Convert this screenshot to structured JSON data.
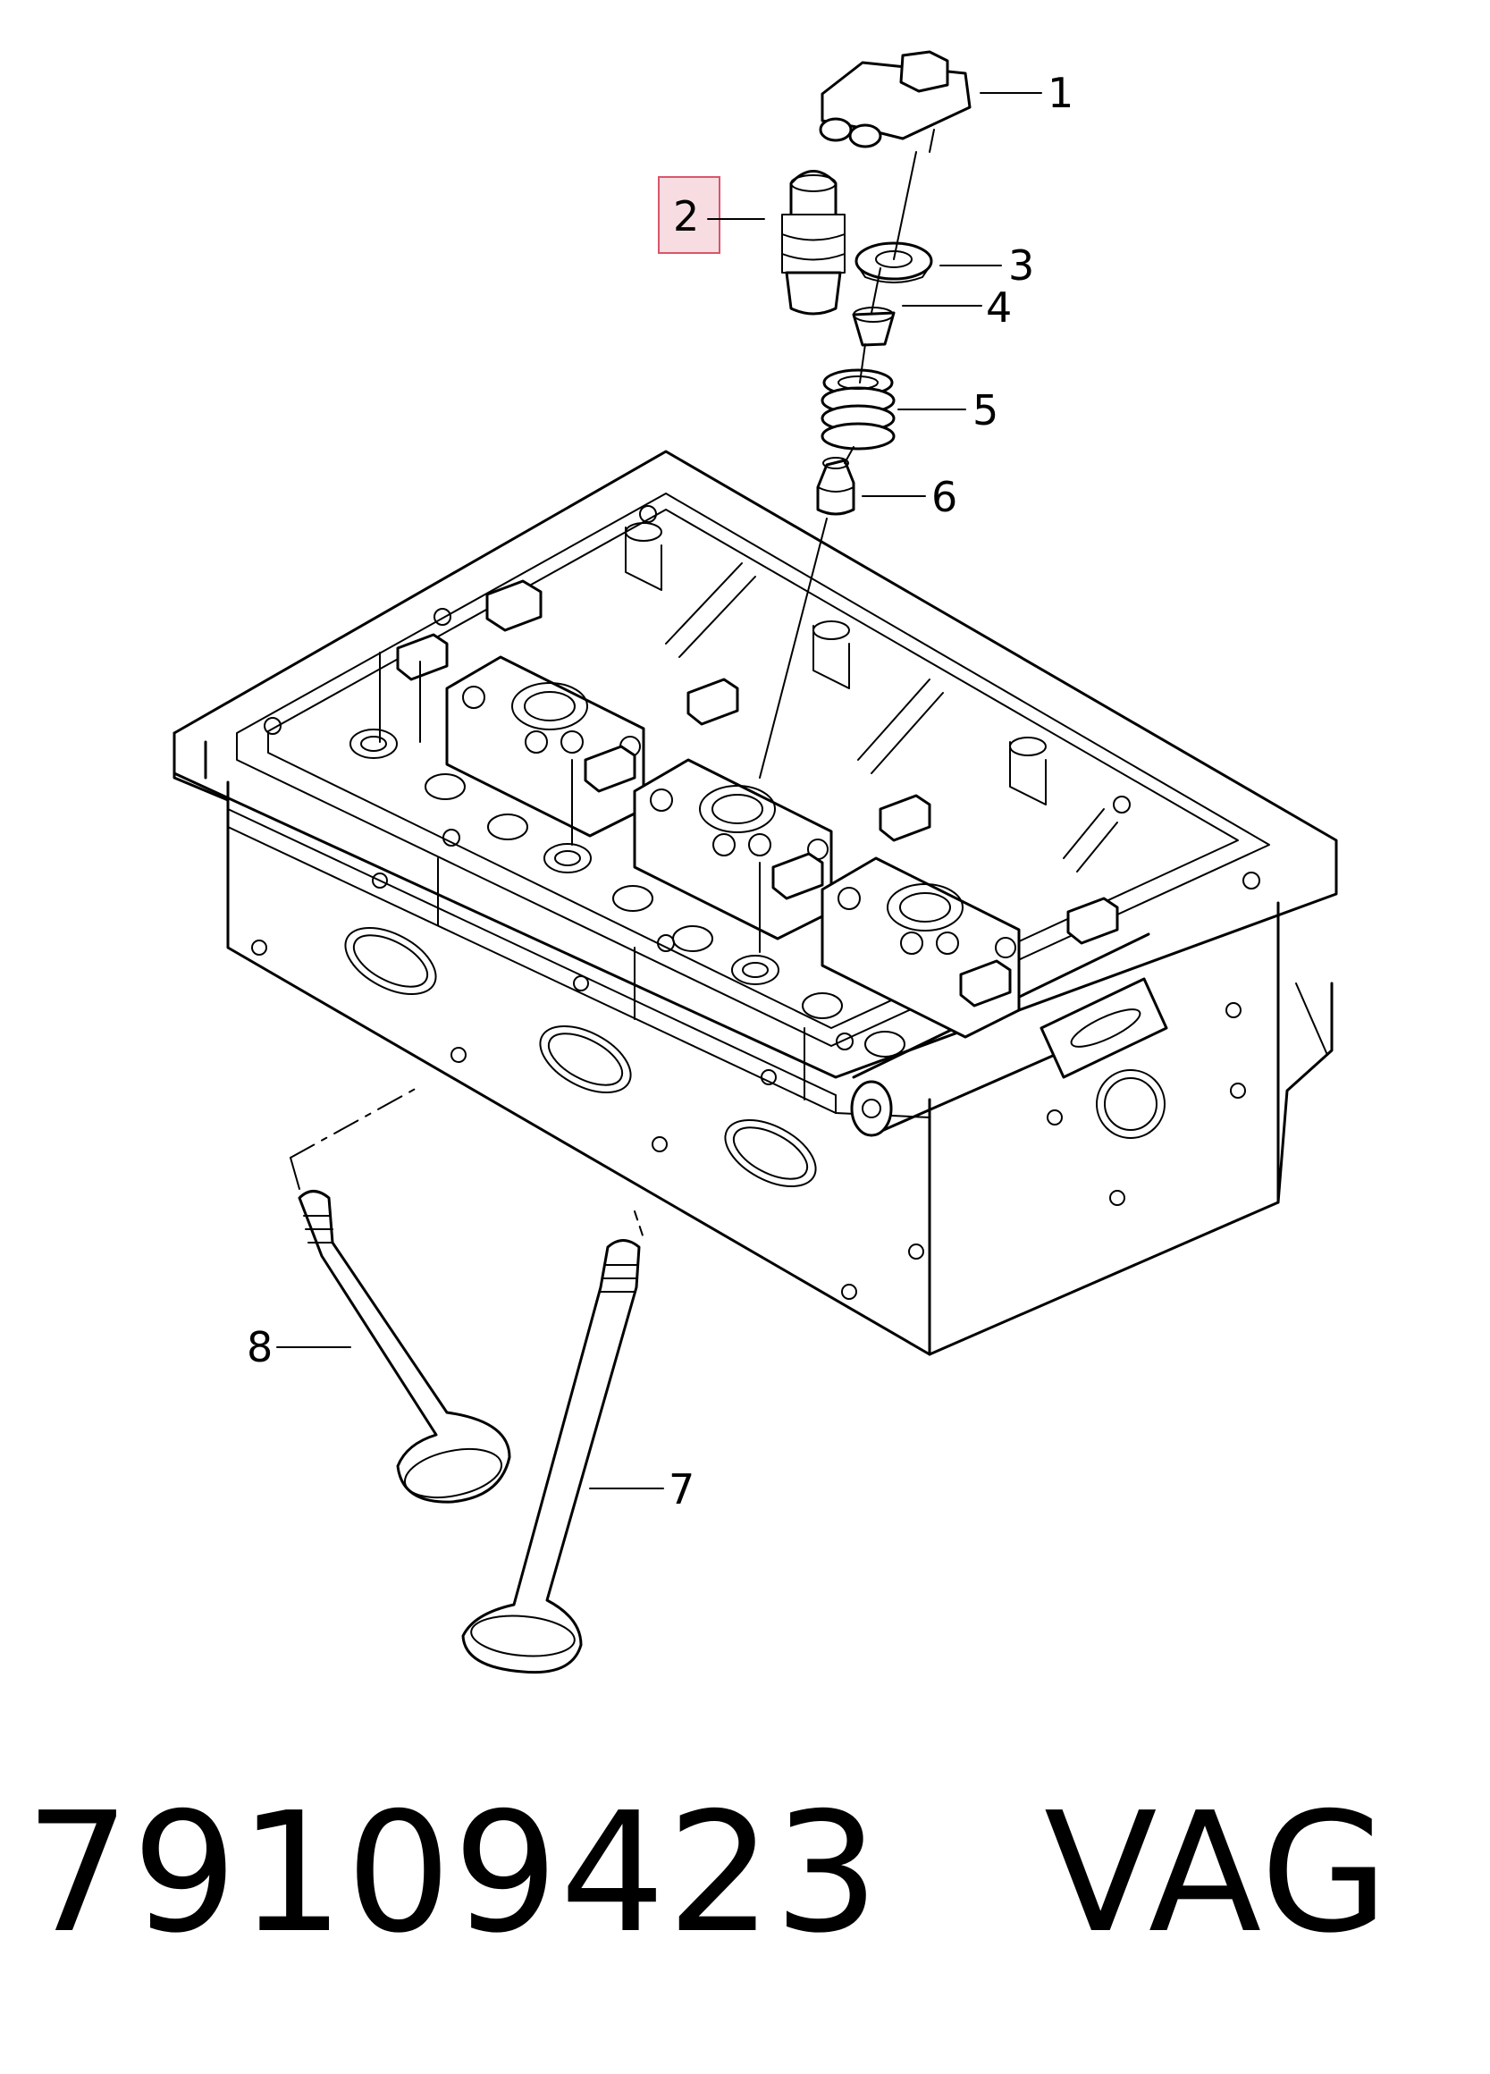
{
  "caption": {
    "part_number": "79109423",
    "brand": "VAG"
  },
  "callouts": [
    {
      "id": "1",
      "label": "1",
      "part": "rocker-arm",
      "highlighted": false
    },
    {
      "id": "2",
      "label": "2",
      "part": "hydraulic-lifter",
      "highlighted": true
    },
    {
      "id": "3",
      "label": "3",
      "part": "spring-retainer",
      "highlighted": false
    },
    {
      "id": "4",
      "label": "4",
      "part": "valve-cotter",
      "highlighted": false
    },
    {
      "id": "5",
      "label": "5",
      "part": "valve-spring",
      "highlighted": false
    },
    {
      "id": "6",
      "label": "6",
      "part": "valve-stem-seal",
      "highlighted": false
    },
    {
      "id": "7",
      "label": "7",
      "part": "exhaust-valve",
      "highlighted": false
    },
    {
      "id": "8",
      "label": "8",
      "part": "intake-valve",
      "highlighted": false
    }
  ],
  "colors": {
    "line": "#000000",
    "highlight_fill": "#f7dde2",
    "highlight_border": "#d8566b",
    "background": "#ffffff"
  }
}
